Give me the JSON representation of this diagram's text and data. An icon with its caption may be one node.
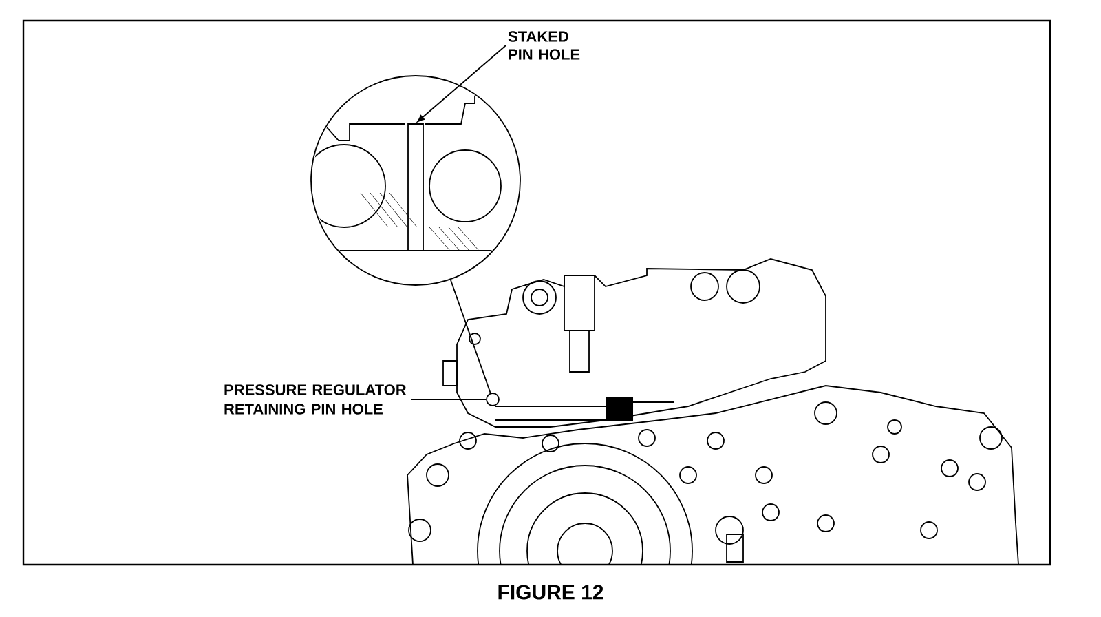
{
  "diagram": {
    "caption": "FIGURE 12",
    "nodes": [
      {
        "text": [],
        "shape": "circle"
      },
      {
        "text": [
          "STAKED PIN HOLE"
        ]
      },
      {
        "text": [],
        "shape": "box",
        "in": 0
      },
      {
        "text": [
          "PRESSURE REGULATOR RETAINING PIN HOLE"
        ]
      },
      {
        "text": [],
        "shape": "circle"
      }
    ],
    "edges": [
      {
        "from": 1,
        "to": 2,
        "arrow": "to"
      },
      {
        "from": 3,
        "to": 4,
        "arrow": "none"
      },
      {
        "from": 0,
        "to": 4,
        "arrow": "none"
      }
    ]
  }
}
